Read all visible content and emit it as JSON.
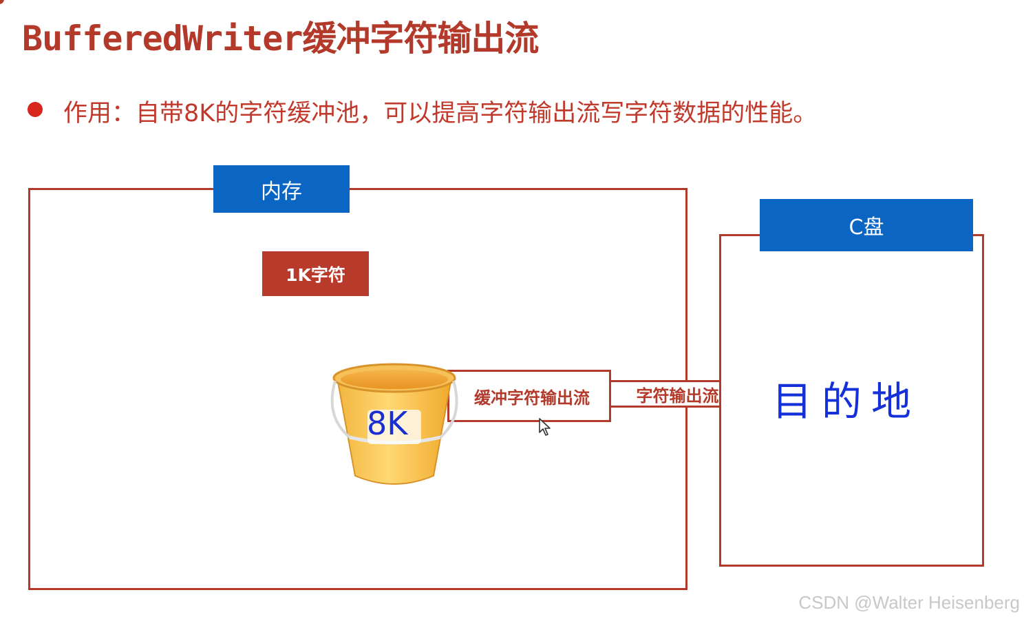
{
  "title": "BufferedWriter缓冲字符输出流",
  "bullet": {
    "text": "作用：自带8K的字符缓冲池，可以提高字符输出流写字符数据的性能。"
  },
  "diagram": {
    "memory_label": "内存",
    "buffer_chars_label": "1K字符",
    "bucket_label": "8K",
    "buffered_stream_label": "缓冲字符输出流",
    "char_stream_label": "字符输出流",
    "disk_label": "C盘",
    "destination_label": "目的地"
  },
  "watermark": "CSDN @Walter Heisenberg",
  "colors": {
    "accent_red": "#b33a2a",
    "bullet_red": "#d7261e",
    "label_blue": "#0a66c2",
    "handwriting_blue": "#1530d8"
  },
  "icons": [
    "bucket-icon",
    "mouse-cursor-icon"
  ]
}
